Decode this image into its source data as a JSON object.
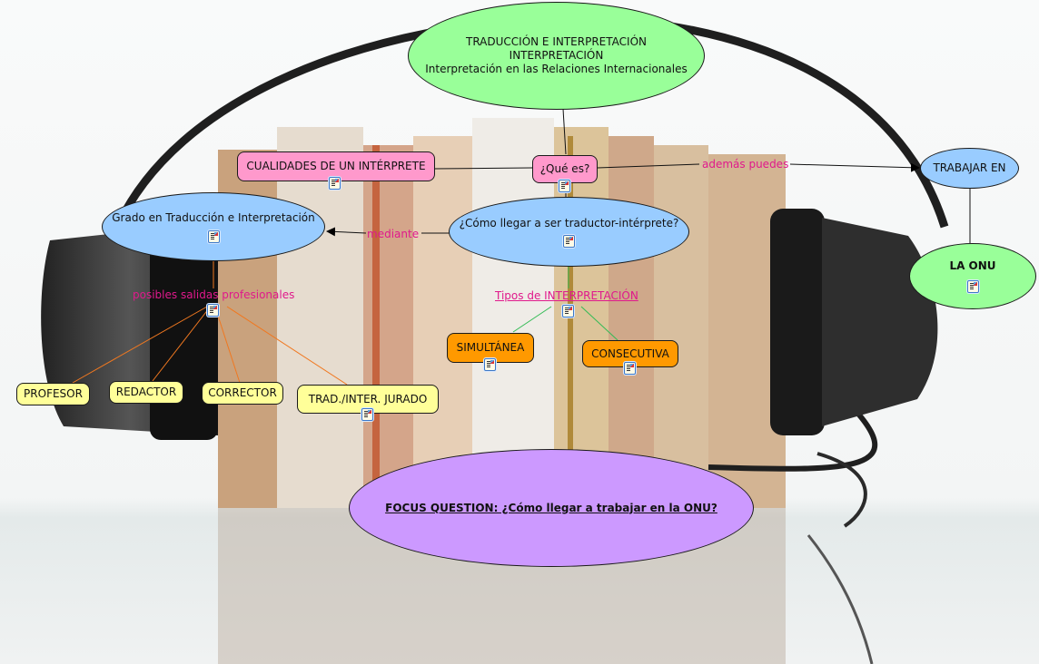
{
  "concept_map": {
    "root": {
      "line1": "TRADUCCIÓN E INTERPRETACIÓN",
      "line2": "INTERPRETACIÓN",
      "line3": "Interpretación en las Relaciones Internacionales"
    },
    "nodes": {
      "que_es": "¿Qué es?",
      "cualidades": "CUALIDADES DE UN INTÉRPRETE",
      "trabajar_en": "TRABAJAR EN",
      "la_onu": "LA ONU",
      "como_llegar": "¿Cómo llegar a ser traductor-intérprete?",
      "grado": "Grado en Traducción e Interpretación",
      "simultanea": "SIMULTÁNEA",
      "consecutiva": "CONSECUTIVA",
      "profesor": "PROFESOR",
      "redactor": "REDACTOR",
      "corrector": "CORRECTOR",
      "jurado": "TRAD./INTER. JURADO",
      "focus": "FOCUS QUESTION: ¿Cómo llegar a trabajar en la ONU?"
    },
    "link_labels": {
      "ademas_puedes": "además puedes",
      "mediante": "mediante",
      "salidas": "posibles salidas profesionales",
      "tipos": "Tipos de INTERPRETACIÓN"
    },
    "icons": {
      "resource": "document-icon"
    },
    "colors": {
      "green_node": "#99ff99",
      "blue_node": "#99ccff",
      "pink_node": "#ff99cc",
      "orange_node": "#ff9900",
      "yellow_node": "#ffff99",
      "purple_node": "#cc99ff",
      "link_label": "#e0198c",
      "orange_link": "#f07820",
      "green_link": "#33bb55"
    }
  }
}
